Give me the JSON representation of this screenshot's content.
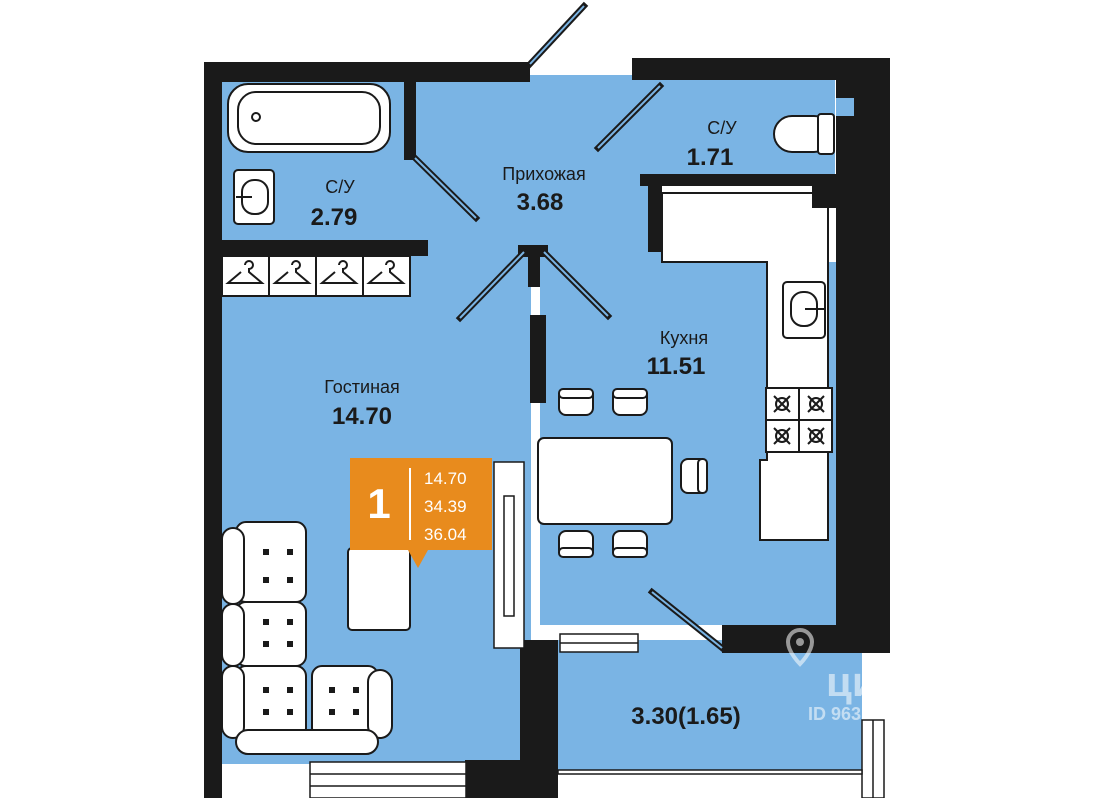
{
  "rooms": {
    "bathroom_left": {
      "name": "С/У",
      "area": "2.79"
    },
    "bathroom_right": {
      "name": "С/У",
      "area": "1.71"
    },
    "hallway": {
      "name": "Прихожая",
      "area": "3.68"
    },
    "kitchen": {
      "name": "Кухня",
      "area": "11.51"
    },
    "living": {
      "name": "Гостиная",
      "area": "14.70"
    },
    "balcony": {
      "area": "3.30(1.65)"
    }
  },
  "badge": {
    "rooms_count": "1",
    "living_area": "14.70",
    "total_area": "34.39",
    "total_area_with_balcony": "36.04"
  },
  "watermark": {
    "brand": "циан",
    "id": "ID 963"
  },
  "colors": {
    "floor": "#7ab4e4",
    "wall": "#1a1a1a",
    "badge": "#e88b1d",
    "furniture": "#ffffff"
  },
  "icons": [
    "map-pin-icon",
    "hanger-icon",
    "bathtub-icon",
    "sink-icon",
    "toilet-icon",
    "stove-icon",
    "sofa-icon",
    "chair-icon"
  ]
}
